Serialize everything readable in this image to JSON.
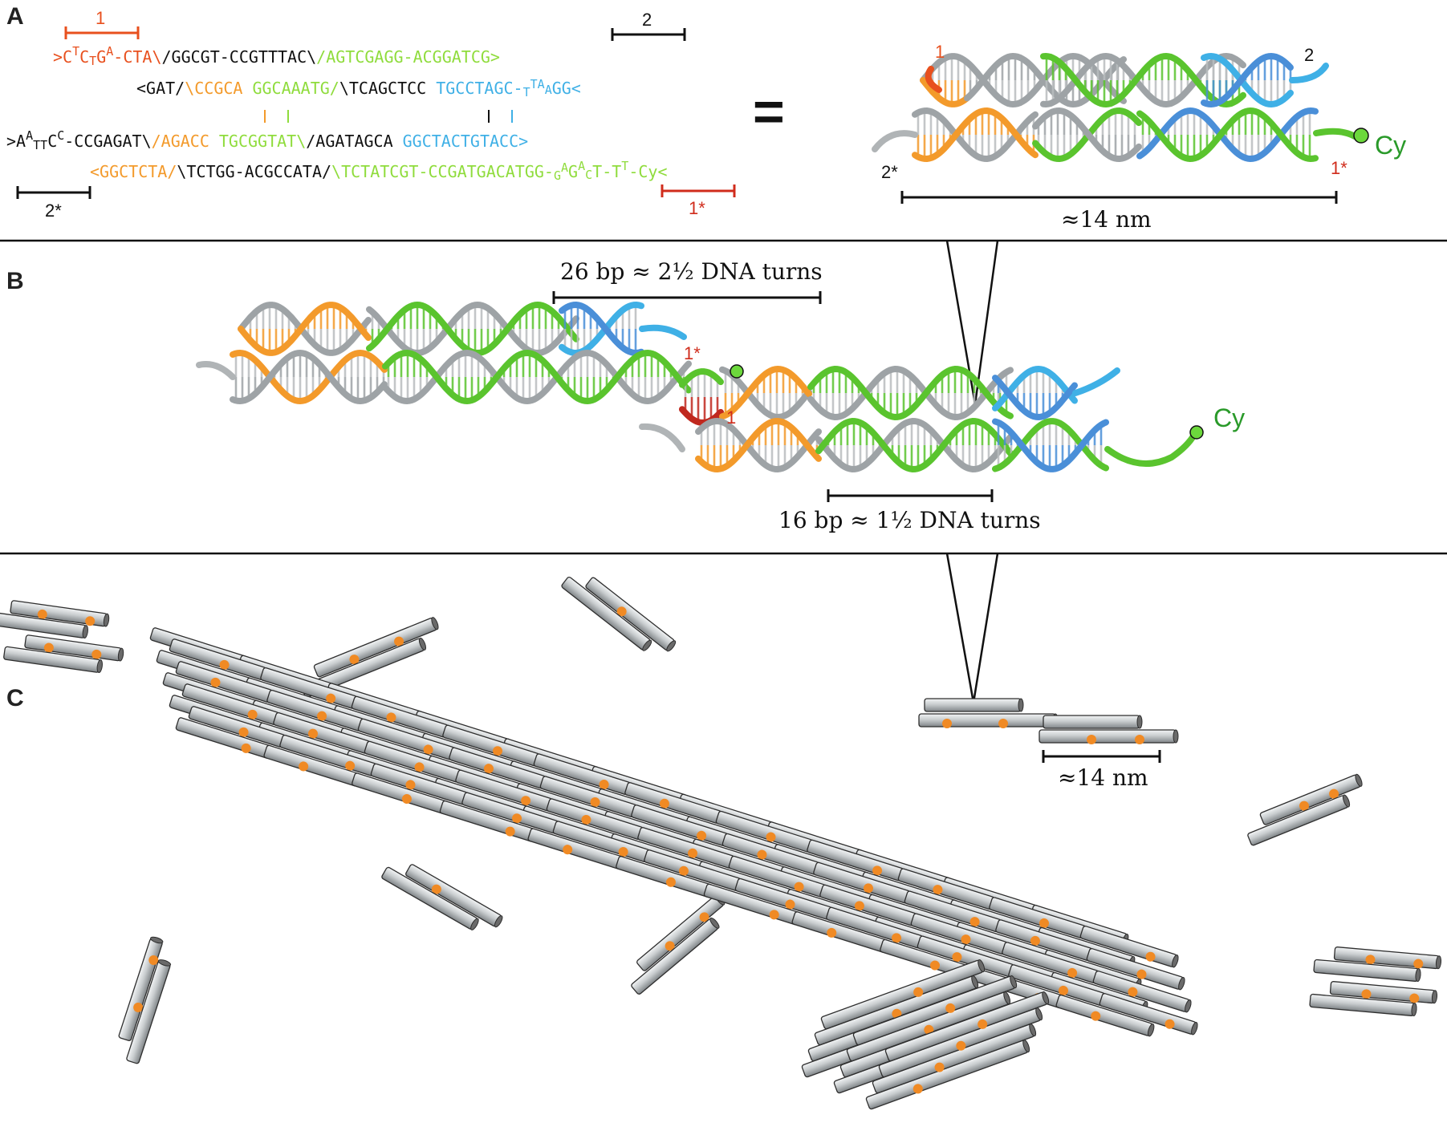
{
  "panels": {
    "a": "A",
    "b": "B",
    "c": "C"
  },
  "colors": {
    "orange": "#f39a2b",
    "red_orange": "#e8501e",
    "green": "#5ac42e",
    "light_green": "#8fdc3c",
    "blue": "#4a8fd8",
    "light_blue": "#3fb0e6",
    "grey": "#9ea3a6",
    "dark_red": "#c0281e",
    "label_red": "#d02c1c",
    "black": "#111111",
    "cy_green": "#2a9a2a"
  },
  "icons": {
    "cy_dye": "green-circle-marker",
    "rod": "grey-cylinder-rod",
    "junction": "orange-dot"
  },
  "panel_a": {
    "markers": {
      "m1": "1",
      "m2": "2",
      "m2_star": "2*",
      "m1_star": "1*"
    },
    "equals": "=",
    "row1": {
      "a": ">C",
      "b": "T",
      "c": "C",
      "d": "T",
      "e": "G",
      "f": "A",
      "g": "-CTA\\",
      "h": "/GGCGT-CCGTTTAC\\",
      "i": "/AGTCGAGG-ACGGATCG>"
    },
    "row2": {
      "a": "<GAT/",
      "b": "\\CCGCA",
      "c": "GGCAAATG/",
      "d": "\\TCAGCTCC",
      "e": "TGCCTAGC-",
      "f": "T",
      "g": "T",
      "h": "A",
      "i": "A",
      "j": "G",
      "k": "G<"
    },
    "row3": {
      "a": ">A",
      "b": "A",
      "c": "T",
      "d": "T",
      "e": "C",
      "f": "C",
      "g": "-CCGAGAT\\",
      "h": "/AGACC",
      "i": "TGCGGTAT\\",
      "j": "/AGATAGCA",
      "k": "GGCTACTGTACC>"
    },
    "row4": {
      "a": "<GGCTCTA/",
      "b": "\\TCTGG-ACGCCATA/",
      "c": "\\TCTATCGT-CCGATGACATGG-",
      "d": "G",
      "e": "A",
      "f": "G",
      "g": "A",
      "h": "C",
      "i": "T",
      "j": "-T",
      "k": "T",
      "l": "-Cy<"
    },
    "helix": {
      "label_1": "1",
      "label_2": "2",
      "label_2star": "2*",
      "label_1star": "1*",
      "cy": "Cy",
      "length": "≈14 nm"
    }
  },
  "panel_b": {
    "span_top": "26 bp ≈ 2½ DNA turns",
    "span_bottom": "16 bp ≈ 1½ DNA turns",
    "label_1star": "1*",
    "label_1": "1",
    "cy": "Cy"
  },
  "panel_c": {
    "scale": "≈14 nm"
  }
}
